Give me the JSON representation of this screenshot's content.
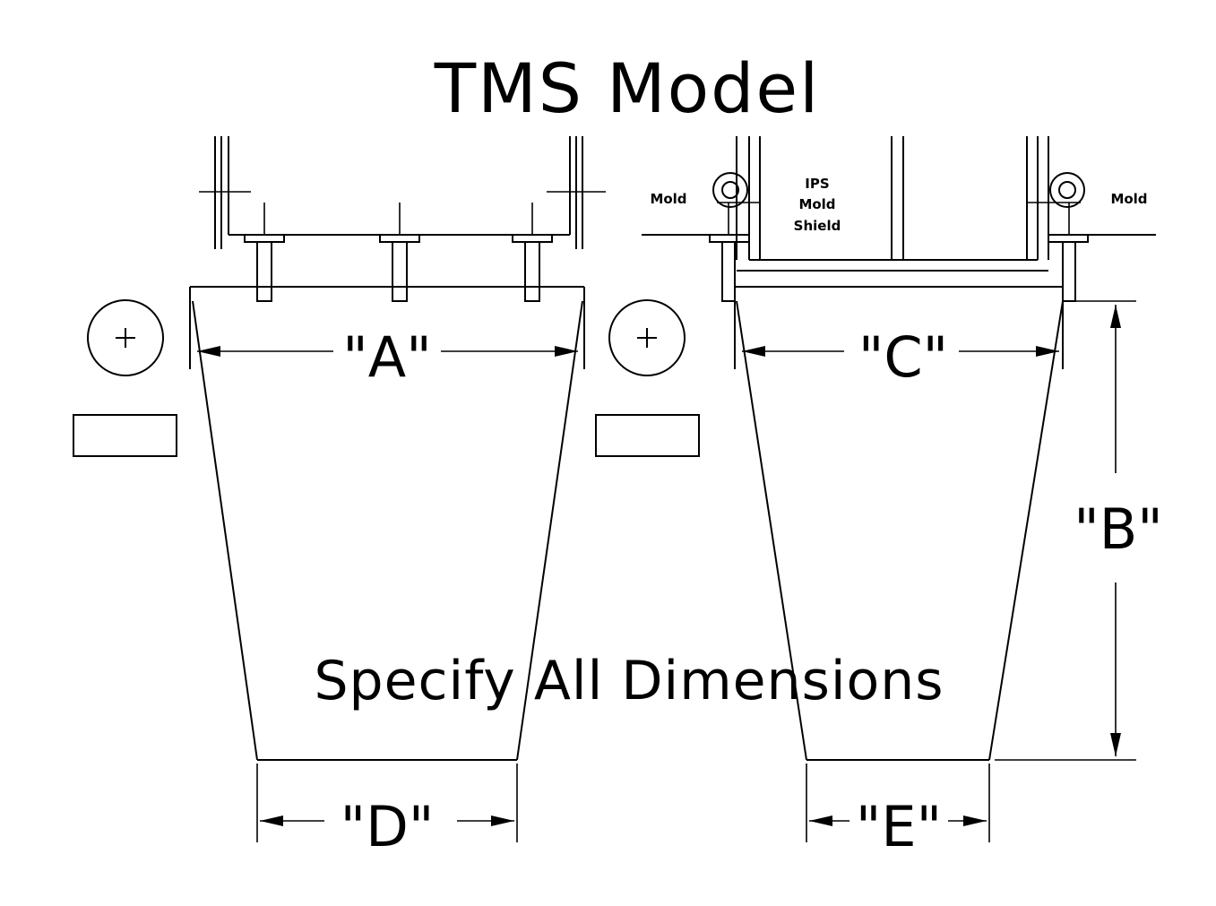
{
  "title": "TMS Model",
  "note": "Specify All Dimensions",
  "dimensions": {
    "a": "\"A\"",
    "b": "\"B\"",
    "c": "\"C\"",
    "d": "\"D\"",
    "e": "\"E\""
  },
  "labels": {
    "mold_left": "Mold",
    "mold_right": "Mold",
    "ips_line1": "IPS",
    "ips_line2": "Mold",
    "ips_line3": "Shield"
  }
}
